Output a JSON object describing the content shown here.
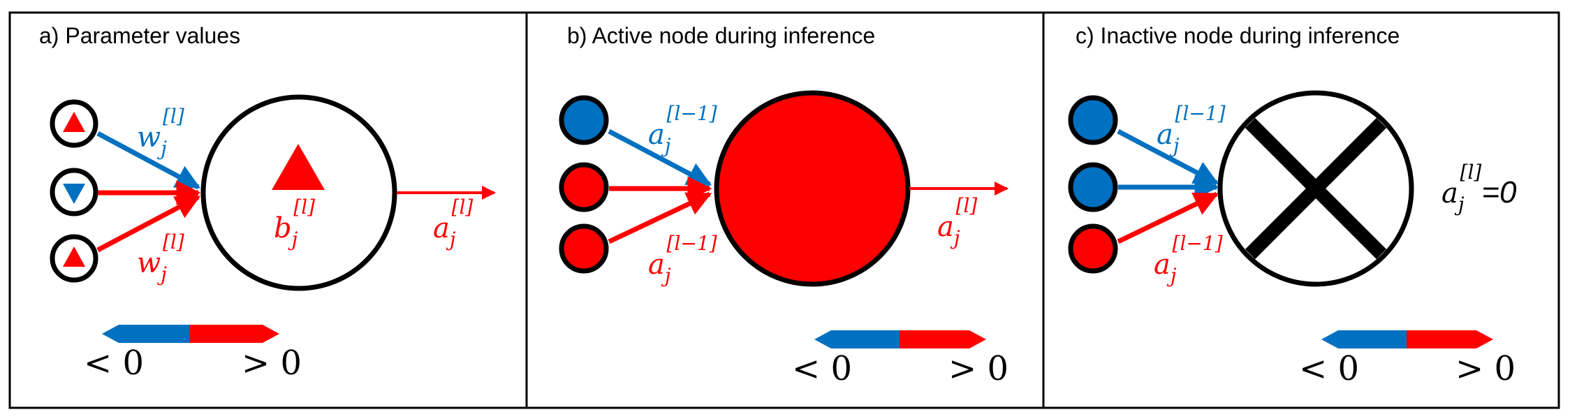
{
  "colors": {
    "positive": "#ff0000",
    "negative": "#0070c0",
    "stroke": "#000000",
    "background": "#ffffff"
  },
  "panels": [
    {
      "id": "a",
      "title": "a) Parameter values",
      "inputs": [
        "up",
        "down",
        "up"
      ],
      "node_state": "bias-up",
      "upper_edge_label": {
        "base": "w",
        "sub": "j",
        "sup": "[l]",
        "color": "negative"
      },
      "lower_edge_label": {
        "base": "w",
        "sub": "j",
        "sup": "[l]",
        "color": "positive"
      },
      "center_label": {
        "base": "b",
        "sub": "j",
        "sup": "[l]"
      },
      "output_label": {
        "base": "a",
        "sub": "j",
        "sup": "[l]"
      },
      "legend": {
        "less": "< 0",
        "greater": "> 0"
      }
    },
    {
      "id": "b",
      "title": "b) Active node during inference",
      "inputs": [
        "negative",
        "positive",
        "positive"
      ],
      "node_state": "active",
      "upper_edge_label": {
        "base": "a",
        "sub": "j",
        "sup": "[l−1]",
        "color": "negative"
      },
      "lower_edge_label": {
        "base": "a",
        "sub": "j",
        "sup": "[l−1]",
        "color": "positive"
      },
      "output_label": {
        "base": "a",
        "sub": "j",
        "sup": "[l]"
      },
      "legend": {
        "less": "< 0",
        "greater": "> 0"
      }
    },
    {
      "id": "c",
      "title": "c) Inactive node during inference",
      "inputs": [
        "negative",
        "negative",
        "positive"
      ],
      "node_state": "inactive",
      "upper_edge_label": {
        "base": "a",
        "sub": "j",
        "sup": "[l−1]",
        "color": "negative"
      },
      "lower_edge_label": {
        "base": "a",
        "sub": "j",
        "sup": "[l−1]",
        "color": "positive"
      },
      "output_label": {
        "base": "a",
        "sub": "j",
        "sup": "[l]",
        "suffix": "=0"
      },
      "legend": {
        "less": "< 0",
        "greater": "> 0"
      }
    }
  ]
}
